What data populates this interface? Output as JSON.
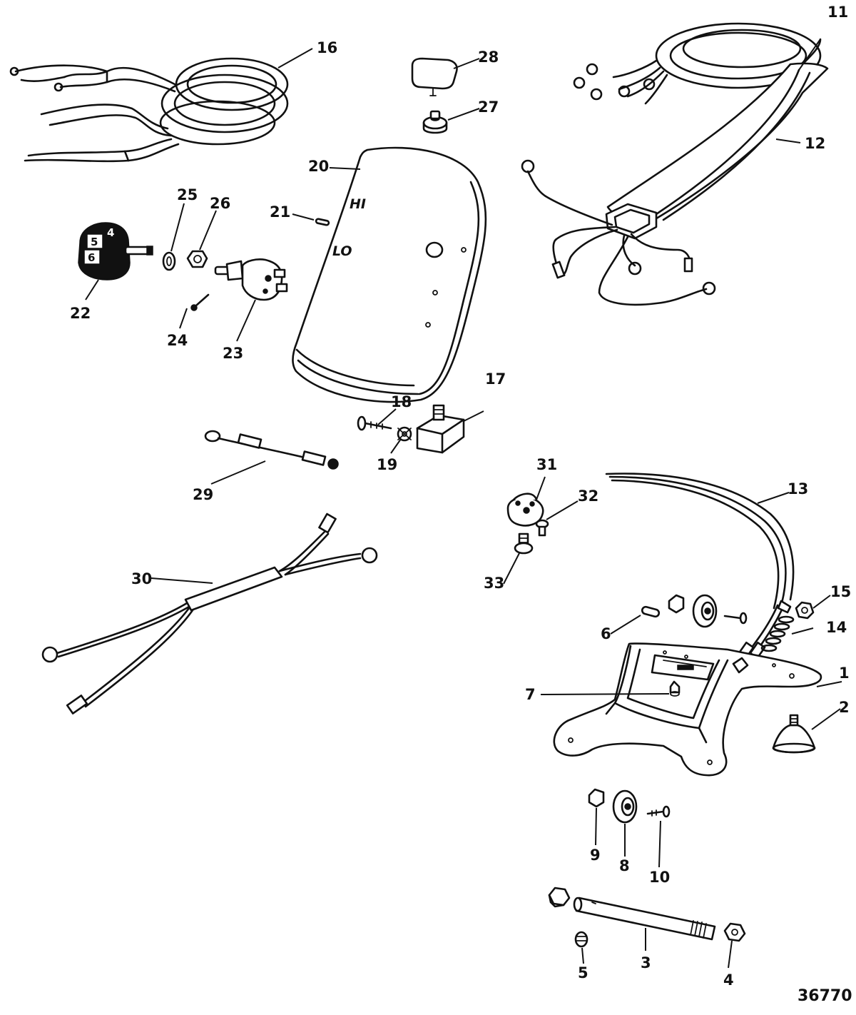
{
  "figure_number": "36770",
  "housing_markings": {
    "high": "HI",
    "low": "LO"
  },
  "knob_digits": [
    "4",
    "5",
    "6"
  ],
  "callouts": [
    "1",
    "2",
    "3",
    "4",
    "5",
    "6",
    "7",
    "8",
    "9",
    "10",
    "11",
    "12",
    "13",
    "14",
    "15",
    "16",
    "17",
    "18",
    "19",
    "20",
    "21",
    "22",
    "23",
    "24",
    "25",
    "26",
    "27",
    "28",
    "29",
    "30",
    "31",
    "32",
    "33"
  ]
}
